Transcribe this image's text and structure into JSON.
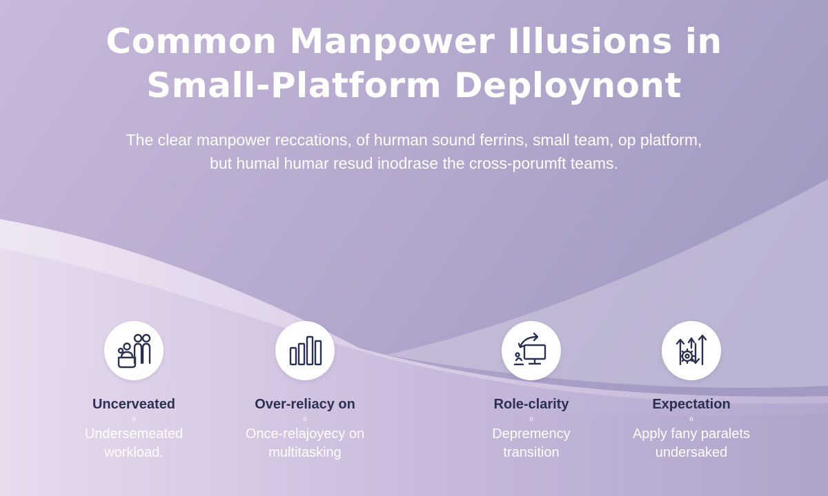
{
  "header": {
    "title_line1": "Common Manpower Illusions in",
    "title_line2": "Small-Platform Deploynont",
    "subtitle_line1": "The clear manpower reccations, of hurman sound ferrins, small team, op platform,",
    "subtitle_line2": "but humal humar resud inodrase the cross-porumft teams."
  },
  "colors": {
    "bg_top_left": "#c4b6d8",
    "bg_top_right": "#a59dc4",
    "wave_light": "#ebe3f0",
    "title_text": "#ffffff",
    "card_title_text": "#2b3050",
    "icon_stroke": "#2b3050"
  },
  "features": [
    {
      "icon": "team-people-icon",
      "title": "Uncerveated",
      "dot": "o",
      "desc_line1": "Undersemeated",
      "desc_line2": "workload."
    },
    {
      "icon": "bar-chart-icon",
      "title": "Over-reliacy on",
      "dot": "o",
      "desc_line1": "Once-relajoyecy on",
      "desc_line2": "multitasking"
    },
    {
      "icon": "monitor-transition-icon",
      "title": "Role-clarity",
      "dot": "o",
      "desc_line1": "Depremency",
      "desc_line2": "transition"
    },
    {
      "icon": "gear-arrows-icon",
      "title": "Expectation",
      "dot": "o",
      "desc_line1": "Apply fany paralets",
      "desc_line2": "undersaked"
    }
  ]
}
